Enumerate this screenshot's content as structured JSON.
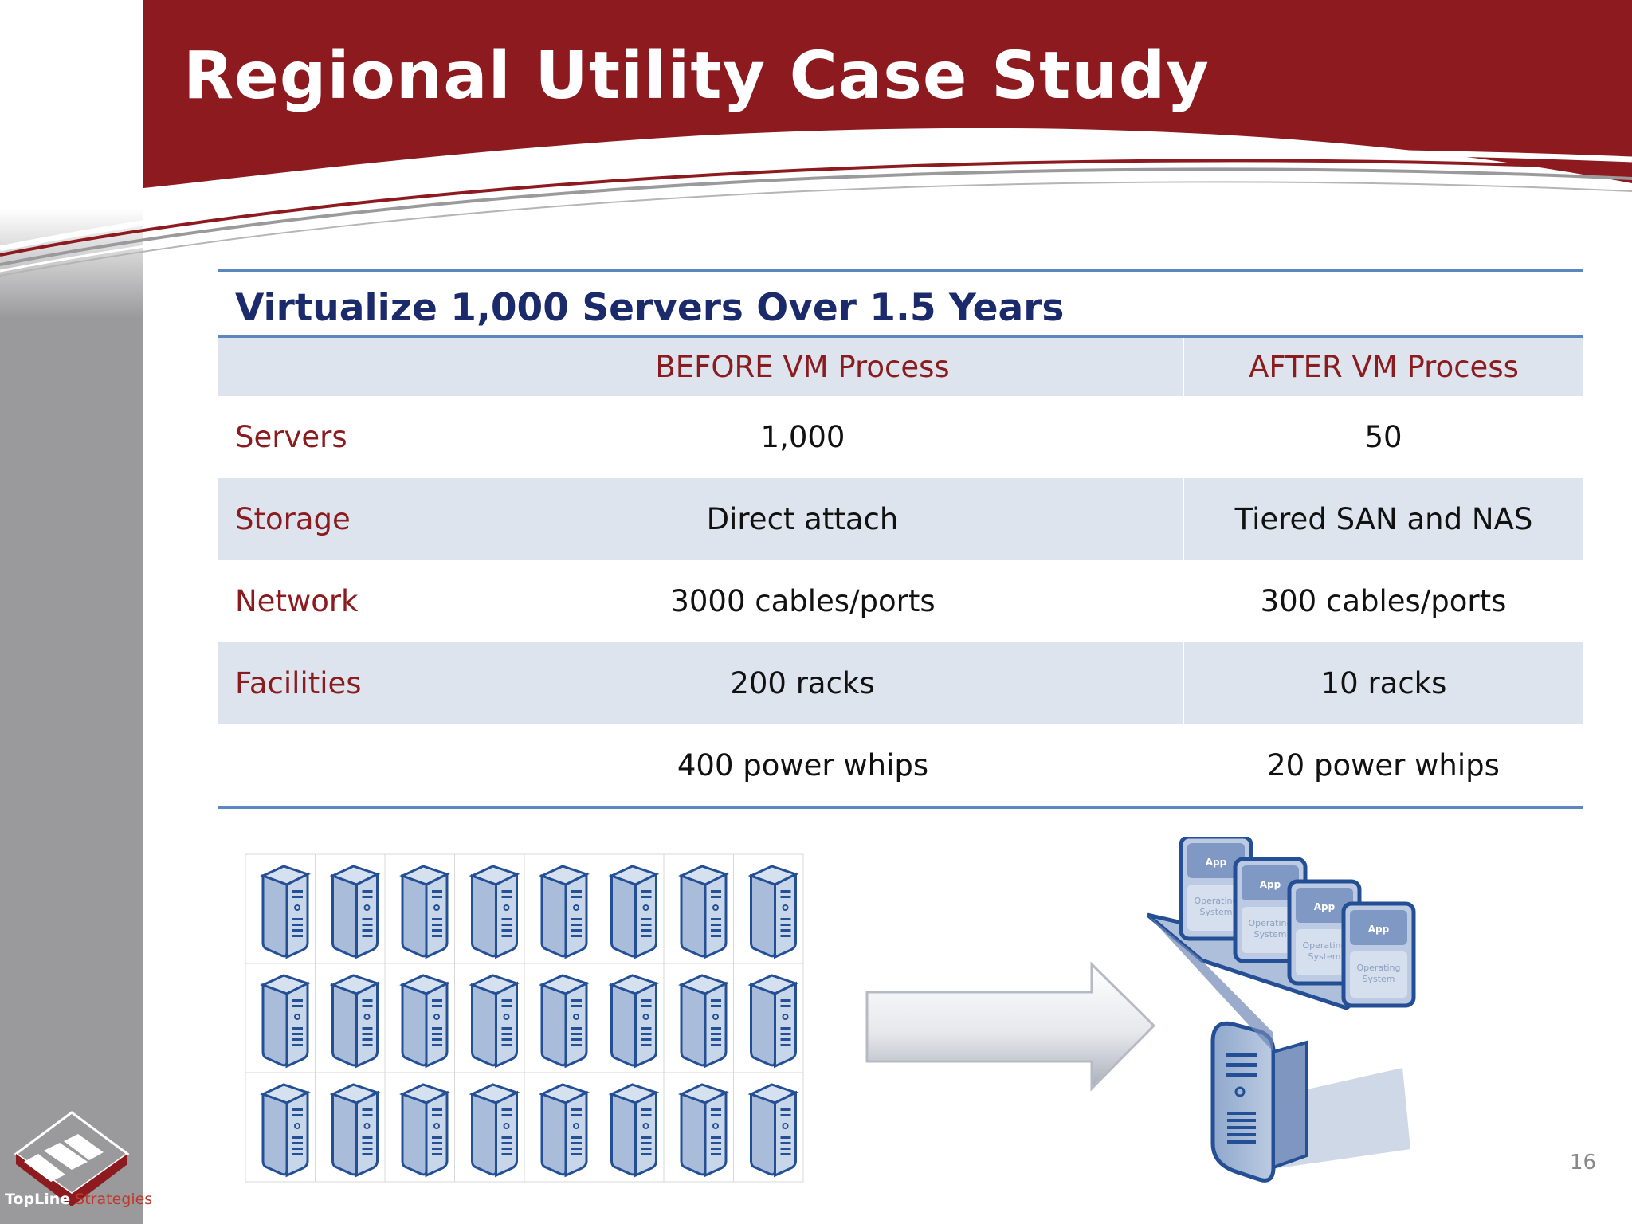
{
  "slide": {
    "title": "Regional Utility Case Study",
    "subtitle": "Virtualize 1,000 Servers Over 1.5 Years",
    "page_number": "16"
  },
  "table": {
    "headers": [
      "",
      "BEFORE VM Process",
      "AFTER VM Process"
    ],
    "rows": [
      {
        "label": "Servers",
        "before": "1,000",
        "after": "50"
      },
      {
        "label": "Storage",
        "before": "Direct attach",
        "after": "Tiered SAN and NAS"
      },
      {
        "label": "Network",
        "before": "3000 cables/ports",
        "after": "300 cables/ports"
      },
      {
        "label": "Facilities",
        "before": "200 racks",
        "after": "10 racks"
      },
      {
        "label": "",
        "before": "400 power whips",
        "after": "20 power whips"
      }
    ]
  },
  "illustration": {
    "before_icon": "server-tower-icon",
    "before_rows": 3,
    "before_columns": 8,
    "arrow_icon": "right-arrow-icon",
    "after_icon": "virtualized-server-icon",
    "vm_app_label": "App",
    "vm_os_label": "Operating System",
    "vm_count": 4
  },
  "logo": {
    "name_bold": "TopLine",
    "name_light": " Strategies"
  },
  "colors": {
    "banner_red": "#8c1a1f",
    "header_text": "#8a1b1e",
    "subtitle_navy": "#1a2a6b",
    "table_shade": "#dde4ee",
    "rule_blue": "#5b86c0",
    "sidebar_gray": "#9a9a9c"
  }
}
